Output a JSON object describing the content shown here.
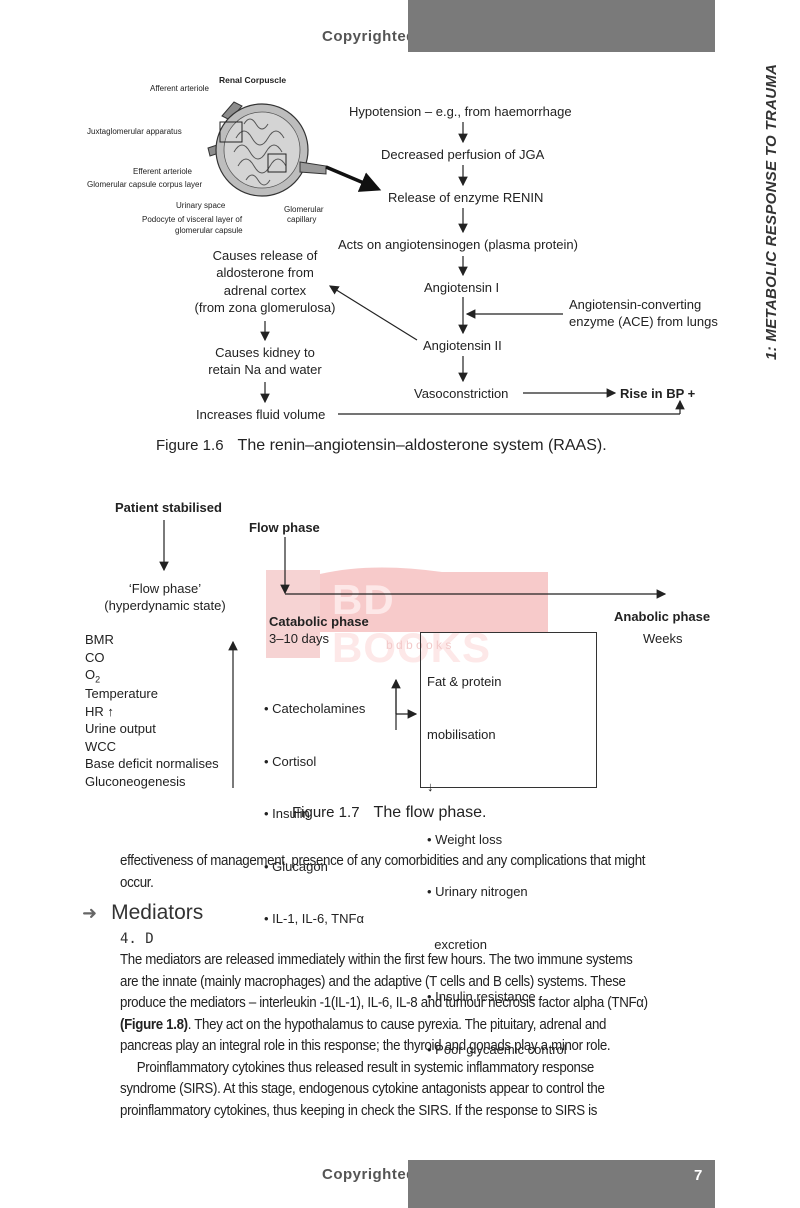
{
  "header": {
    "copyright": "Copyrighted"
  },
  "side_title": "1: METABOLIC RESPONSE TO TRAUMA",
  "fig16": {
    "renal_title": "Renal Corpuscle",
    "renal_labels": {
      "afferent": "Afferent arteriole",
      "juxta": "Juxtaglomerular apparatus",
      "efferent": "Efferent arteriole",
      "capsule": "Glomerular capsule corpus layer",
      "urinary": "Urinary space",
      "podocyte": "Podocyte of visceral layer of",
      "podocyte2": "glomerular capsule",
      "capillary": "Glomerular",
      "capillary2": "capillary"
    },
    "flow": {
      "s1": "Hypotension – e.g., from haemorrhage",
      "s2": "Decreased perfusion of JGA",
      "s3": "Release of enzyme RENIN",
      "s4": "Acts on angiotensinogen (plasma protein)",
      "s5": "Angiotensin I",
      "s6": "Angiotensin II",
      "s7": "Vasoconstriction",
      "ace1": "Angiotensin-converting",
      "ace2": "enzyme (ACE) from lungs",
      "rise": "Rise in BP +",
      "ald1": "Causes release of",
      "ald2": "aldosterone from",
      "ald3": "adrenal cortex",
      "ald4": "(from zona glomerulosa)",
      "kid1": "Causes kidney to",
      "kid2": "retain Na and water",
      "fluid": "Increases fluid volume"
    },
    "caption_num": "Figure 1.6",
    "caption_text": "The renin–angiotensin–aldosterone system (RAAS)."
  },
  "fig17": {
    "stabilised": "Patient stabilised",
    "flow_phase_label": "Flow phase",
    "flow_q1": "‘Flow phase’",
    "flow_q2": "(hyperdynamic state)",
    "catabolic": "Catabolic phase",
    "catabolic_days": "3–10 days",
    "anabolic": "Anabolic phase",
    "anabolic_weeks": "Weeks",
    "params": [
      "BMR",
      "CO",
      "O",
      "Temperature",
      "HR",
      "Urine output",
      "WCC",
      "Base deficit normalises",
      "Gluconeogenesis"
    ],
    "o2_sub": "2",
    "hr_arrow": "↑",
    "hormones": [
      "• Catecholamines",
      "• Cortisol",
      "• Insulin",
      "• Glucagon",
      "• IL-1, IL-6, TNFα"
    ],
    "box_lines": [
      "Fat & protein",
      "mobilisation",
      "↓",
      "• Weight loss",
      "• Urinary nitrogen",
      "  excretion",
      "• Insulin resistance",
      "• Poor glycaemic control"
    ],
    "watermark": "BD BOOKS",
    "watermark_sub": "b d b o o k s",
    "caption_num": "Figure 1.7",
    "caption_text": "The flow phase."
  },
  "body": {
    "para0": "effectiveness of management, presence of any comorbidities and any complications that might occur.",
    "section_arrow": "➜",
    "section_title": "Mediators",
    "answer": "4. D",
    "para1_a": "The mediators are released immediately within the first few hours. The two immune systems are the innate (mainly macrophages) and the adaptive (T cells and B cells) systems. These produce the mediators – interleukin -1(IL-1), IL-6, IL-8 and tumour necrosis factor alpha (TNFα)",
    "para1_ref": "(Figure 1.8)",
    "para1_b": ". They act on the hypothalamus to cause pyrexia. The pituitary, adrenal and pancreas play an integral role in this response; the thyroid and gonads play a minor role.",
    "para2": "Proinflammatory cytokines thus released result in systemic inflammatory response syndrome (SIRS). At this stage, endogenous cytokine antagonists appear to control the proinflammatory cytokines, thus keeping in check the SIRS. If the response to SIRS is"
  },
  "footer": {
    "copyright": "Copyrighted",
    "page_number": "7"
  }
}
